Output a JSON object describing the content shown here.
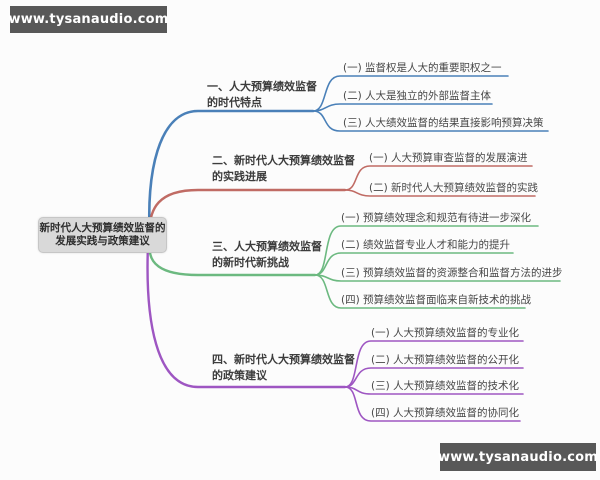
{
  "watermark_top": "www.tysanaudio.com",
  "watermark_bottom": "www.tysanaudio.com",
  "root": {
    "line1": "新时代人大预算绩效监督的",
    "line2": "发展实践与政策建议"
  },
  "branches": [
    {
      "label_line1": "一、人大预算绩效监督",
      "label_line2": "的时代特点",
      "color": "#4a80b8",
      "children": [
        "(一) 监督权是人大的重要职权之一",
        "(二) 人大是独立的外部监督主体",
        "(三) 人大绩效监督的结果直接影响预算决策"
      ]
    },
    {
      "label_line1": "二、新时代人大预算绩效监督",
      "label_line2": "的实践进展",
      "color": "#c06b64",
      "children": [
        "(一) 人大预算审查监督的发展演进",
        "(二) 新时代人大预算绩效监督的实践"
      ]
    },
    {
      "label_line1": "三、人大预算绩效监督",
      "label_line2": "的新时代新挑战",
      "color": "#6cb980",
      "children": [
        "(一) 预算绩效理念和规范有待进一步深化",
        "(二) 绩效监督专业人才和能力的提升",
        "(三) 预算绩效监督的资源整合和监督方法的进步",
        "(四) 预算绩效监督面临来自新技术的挑战"
      ]
    },
    {
      "label_line1": "四、新时代人大预算绩效监督",
      "label_line2": "的政策建议",
      "color": "#9e56c2",
      "children": [
        "(一) 人大预算绩效监督的专业化",
        "(二) 人大预算绩效监督的公开化",
        "(三) 人大预算绩效监督的技术化",
        "(四) 人大预算绩效监督的协同化"
      ]
    }
  ]
}
